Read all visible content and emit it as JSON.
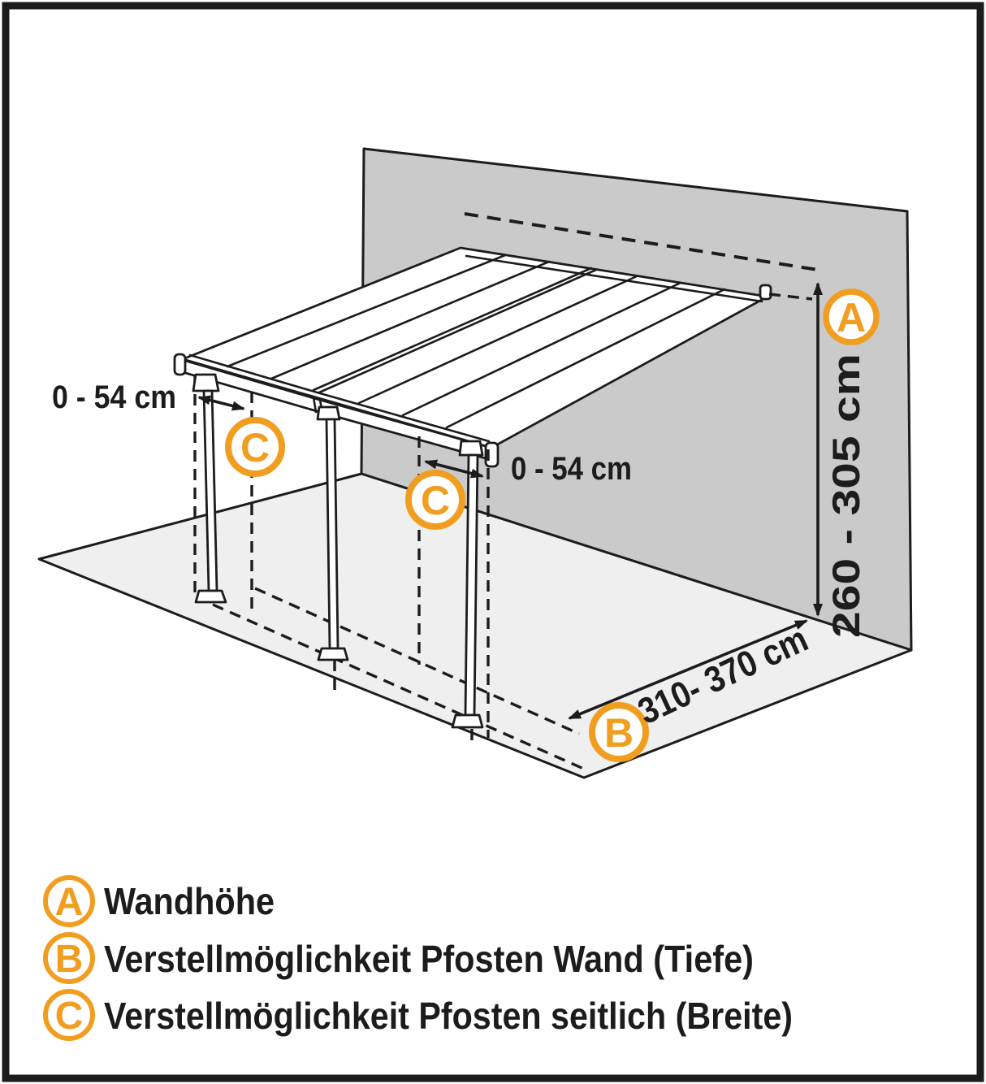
{
  "colors": {
    "accent": "#F09D20",
    "line": "#1C1C1C",
    "wall": "#CACACA",
    "floor": "#EFEFEF",
    "background": "#FFFFFF"
  },
  "diagram": {
    "wall_height": {
      "badge": "A",
      "value": "260 - 305 cm"
    },
    "depth": {
      "badge": "B",
      "value": "310- 370 cm"
    },
    "post_side_left": {
      "badge": "C",
      "value": "0 - 54 cm"
    },
    "post_side_right": {
      "badge": "C",
      "value": "0 - 54 cm"
    }
  },
  "legend": {
    "items": [
      {
        "badge": "A",
        "label": "Wandhöhe"
      },
      {
        "badge": "B",
        "label": "Verstellmöglichkeit Pfosten Wand (Tiefe)"
      },
      {
        "badge": "C",
        "label": "Verstellmöglichkeit Pfosten seitlich (Breite)"
      }
    ]
  }
}
